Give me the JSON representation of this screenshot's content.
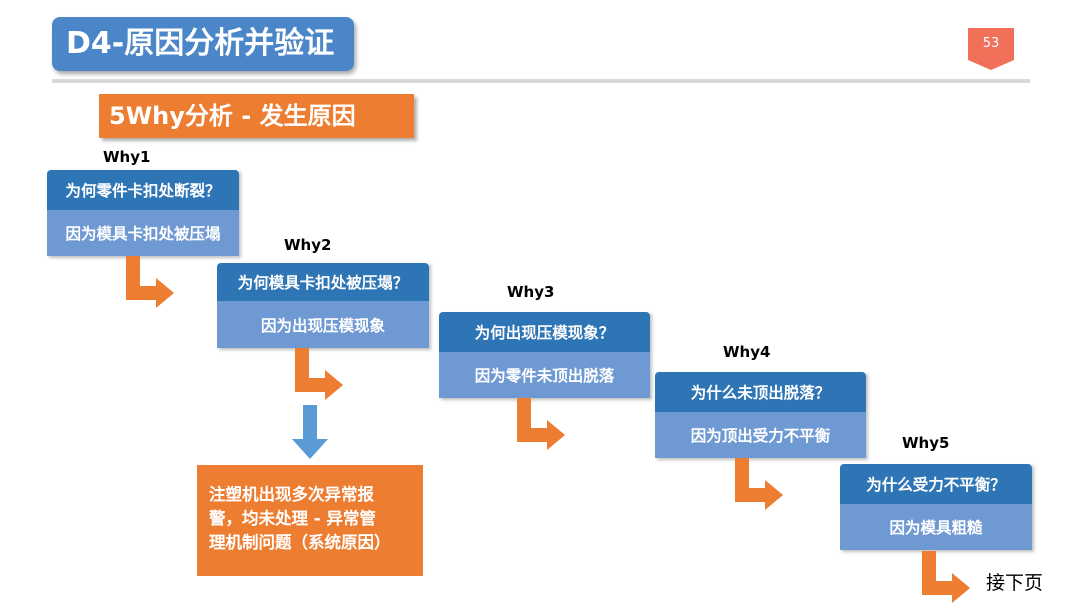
{
  "header": {
    "title": "D4-原因分析并验证",
    "page_number": "53"
  },
  "subtitle": "5Why分析 - 发生原因",
  "whys": [
    {
      "label": "Why1",
      "question": "为何零件卡扣处断裂？",
      "answer": "因为模具卡扣处被压塌"
    },
    {
      "label": "Why2",
      "question": "为何模具卡扣处被压塌？",
      "answer": "因为出现压模现象"
    },
    {
      "label": "Why3",
      "question": "为何出现压模现象？",
      "answer": "因为零件未顶出脱落"
    },
    {
      "label": "Why4",
      "question": "为什么未顶出脱落？",
      "answer": "因为顶出受力不平衡"
    },
    {
      "label": "Why5",
      "question": "为什么受力不平衡？",
      "answer": "因为模具粗糙"
    }
  ],
  "system_cause": {
    "lines": [
      "注塑机出现多次异常报",
      "警，均未处理 - 异常管",
      "理机制问题（系统原因）"
    ]
  },
  "next_page": "接下页",
  "colors": {
    "title_blue": "#4a86c8",
    "question_blue": "#2e75b6",
    "answer_blue": "#6f99d3",
    "orange": "#ed7d31",
    "badge_red": "#f0705a",
    "down_arrow_blue": "#5b9bd5"
  }
}
